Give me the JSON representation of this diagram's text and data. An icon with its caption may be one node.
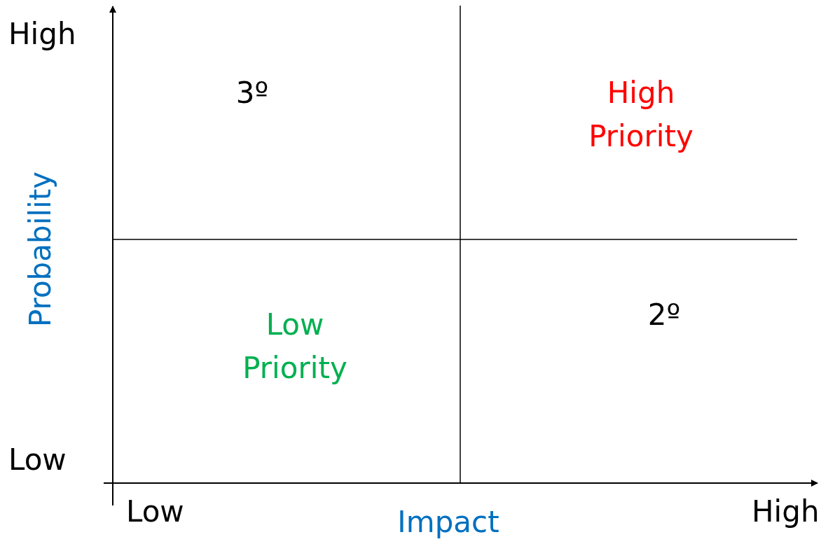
{
  "diagram": {
    "labels": [
      "High",
      "3º",
      "High Priority",
      "Probability",
      "Low Priority",
      "2º",
      "Low",
      "Low",
      "Impact",
      "High"
    ]
  }
}
